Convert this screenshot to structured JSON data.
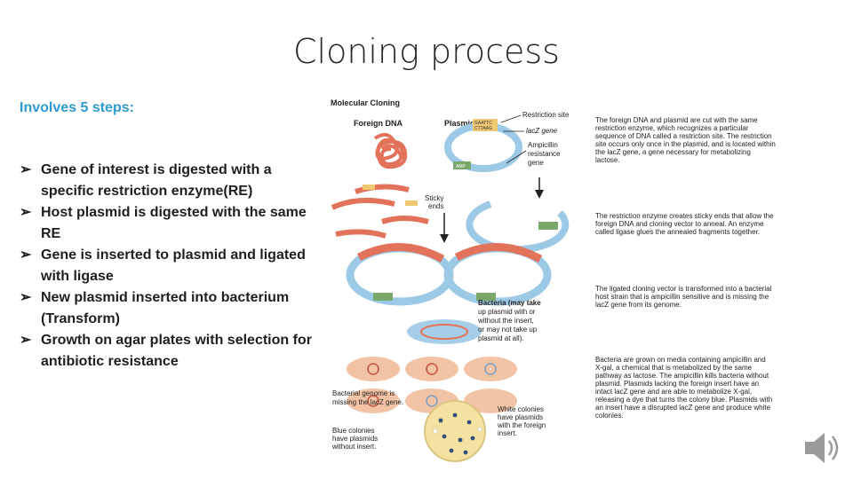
{
  "slide": {
    "title": "Cloning process",
    "intro": "Involves 5 steps:",
    "steps": [
      "Gene of interest is digested with a specific restriction enzyme(RE)",
      "Host plasmid is digested with the same RE",
      "Gene is inserted to plasmid and ligated with ligase",
      "New plasmid inserted into bacterium (Transform)",
      "Growth on agar plates with selection for antibiotic resistance"
    ]
  },
  "figure": {
    "heading": "Molecular Cloning",
    "foreign_dna": "Foreign DNA",
    "plasmid": "Plasmid",
    "restriction_site": "Restriction site",
    "lacz_gene": "lacZ gene",
    "ampicillin": [
      "Ampicillin",
      "resistance",
      "gene"
    ],
    "amp": "AMP",
    "sticky_ends": [
      "Sticky",
      "ends"
    ],
    "bacteria": [
      "Bacteria (may take",
      "up plasmid with or",
      "without the insert,",
      "or may not take up",
      "plasmid at all)."
    ],
    "bacterial_genome": [
      "Bacterial genome is",
      "missing the lacZ gene."
    ],
    "white_colonies": [
      "White colonies",
      "have plasmids",
      "with the foreign",
      "insert."
    ],
    "blue_colonies": [
      "Blue colonies",
      "have plasmids",
      "without insert."
    ],
    "para1": [
      "The foreign DNA and plasmid are cut with the same",
      "restriction enzyme, which recognizes a particular",
      "sequence of DNA called a restriction site. The restriction",
      "site occurs only once in the plasmid, and is located within",
      "the lacZ gene, a gene necessary for metabolizing",
      "lactose."
    ],
    "para2": [
      "The restriction enzyme creates sticky ends that allow the",
      "foreign DNA and cloning vector to anneal. An enzyme",
      "called ligase glues the annealed fragments together."
    ],
    "para3": [
      "The ligated cloning vector is transformed into a bacterial",
      "host strain that is ampicillin sensitive and is missing the",
      "lacZ gene from its genome."
    ],
    "para4": [
      "Bacteria are grown on media containing ampicillin and",
      "X-gal, a chemical that is metabolized by the same",
      "pathway as lactose. The ampicillin kills bacteria without",
      "plasmid. Plasmids lacking the foreign insert have an",
      "intact lacZ gene and are able to metabolize X-gal,",
      "releasing a dye that turns the colony blue. Plasmids with",
      "an insert have a disrupted lacZ gene and produce white",
      "colonies."
    ],
    "site_seq": [
      "GAATTC",
      "CTTAAG"
    ]
  },
  "colors": {
    "intro": "#2e9ad0",
    "plasmid_ring": "#9cc9e6",
    "dna": "#e2735a",
    "amp": "#79a86a",
    "site": "#f0c872",
    "plate": "#f3c3a6",
    "agar": "#f5e2a0"
  },
  "icons": {
    "audio": "speaker-icon"
  }
}
